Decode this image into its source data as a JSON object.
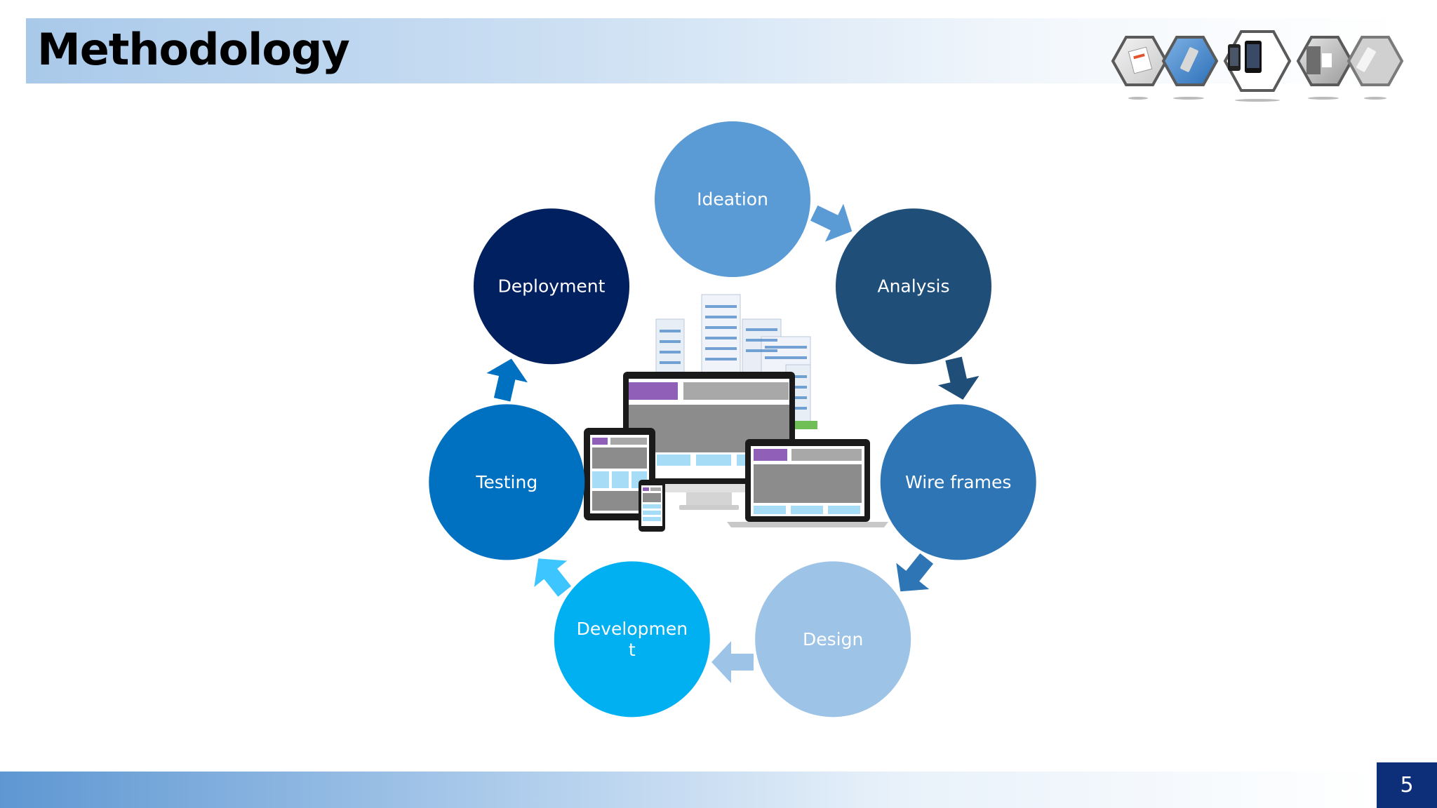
{
  "slide": {
    "title": "Methodology",
    "page_number": "5"
  },
  "cycle": {
    "nodes": [
      {
        "lines": [
          "Ideation"
        ],
        "color": "#5b9bd5"
      },
      {
        "lines": [
          "Analysis"
        ],
        "color": "#1f4e79"
      },
      {
        "lines": [
          "Wire frames"
        ],
        "color": "#2e75b6"
      },
      {
        "lines": [
          "Design"
        ],
        "color": "#9dc3e6"
      },
      {
        "lines": [
          "Developmen",
          "t"
        ],
        "color": "#00b0f0"
      },
      {
        "lines": [
          "Testing"
        ],
        "color": "#0070c0"
      },
      {
        "lines": [
          "Deployment"
        ],
        "color": "#002060"
      }
    ],
    "arrow_colors": [
      "#5b9bd5",
      "#1f4e79",
      "#2e75b6",
      "#9dc3e6",
      "#3cc5ff",
      "#0070c0"
    ]
  },
  "colors": {
    "title_band": "#a9c9ea",
    "page_box": "#0d2f7a"
  },
  "icons": {
    "center_illustration": "responsive-devices-with-buildings",
    "header_images": "hexagon-device-thumbnails"
  }
}
